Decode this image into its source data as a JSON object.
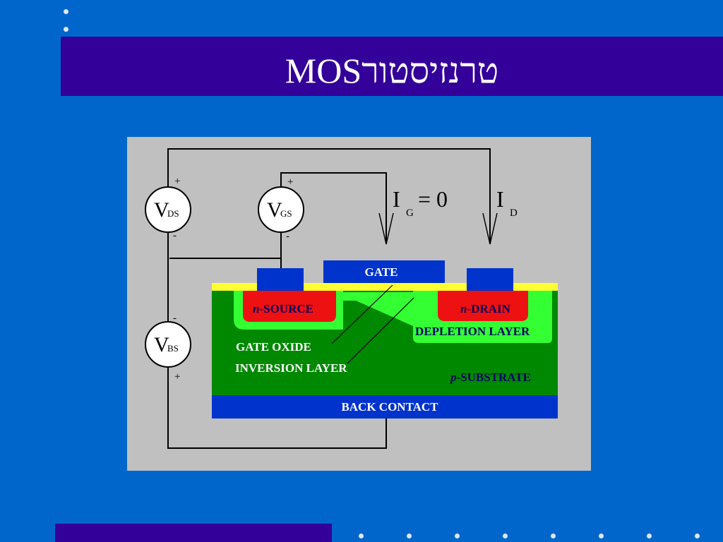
{
  "slide": {
    "title": "טרנזיסטורMOS"
  },
  "diagram": {
    "meters": {
      "vds": {
        "v": "V",
        "sub": "DS",
        "plus": "+",
        "minus": "-"
      },
      "vgs": {
        "v": "V",
        "sub": "GS",
        "plus": "+",
        "minus": "-"
      },
      "vbs": {
        "v": "V",
        "sub": "BS",
        "plus": "+",
        "minus": "-"
      }
    },
    "currents": {
      "ig": {
        "i": "I",
        "sub": "G",
        "rest": "= 0"
      },
      "id": {
        "i": "I",
        "sub": "D"
      }
    },
    "labels": {
      "gate": "GATE",
      "source_n": "n",
      "source": "-SOURCE",
      "drain_n": "n",
      "drain": "-DRAIN",
      "depletion": "DEPLETION LAYER",
      "gate_oxide": "GATE OXIDE",
      "inversion": "INVERSION LAYER",
      "substrate_p": "p",
      "substrate": "-SUBSTRATE",
      "back_contact": "BACK CONTACT"
    },
    "colors": {
      "panel": "#c0c0c0",
      "wire": "#000000",
      "meter_fill": "#ffffff",
      "contact_blue": "#0033cc",
      "oxide_yellow": "#ffff33",
      "substrate_green": "#008800",
      "depletion_green": "#33ff33",
      "n_region_red": "#ee1111",
      "label_white": "#ffffff",
      "label_navy": "#000066"
    }
  }
}
